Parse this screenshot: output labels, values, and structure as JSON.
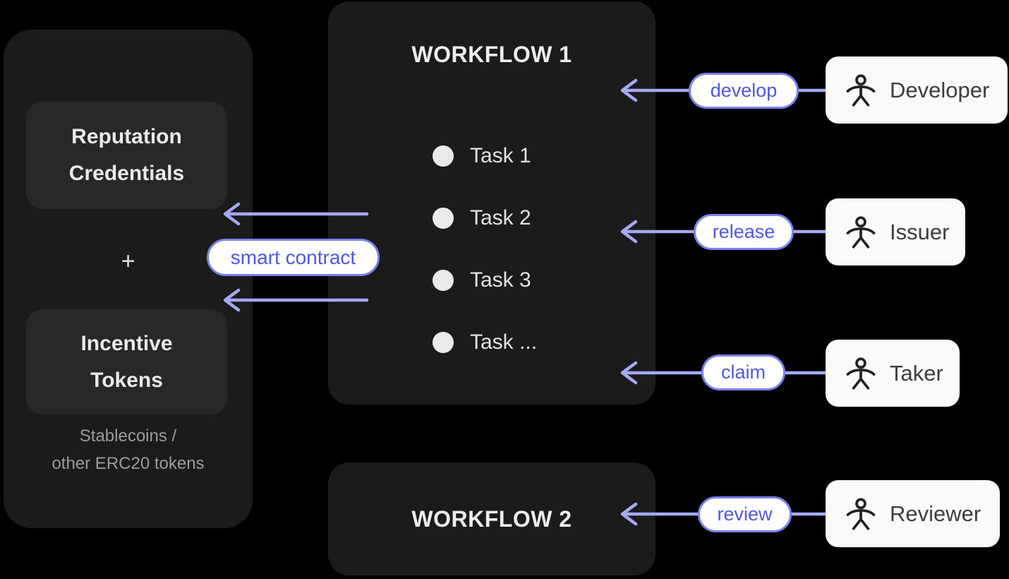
{
  "colors": {
    "background": "#000000",
    "panel": "#1b1b1b",
    "inner_box": "#282828",
    "card": "#fafafa",
    "card_text": "#3d3d3d",
    "arrow": "#a6aaf4",
    "pill_border": "#7b80ec",
    "pill_text": "#5157e0",
    "title_text": "#ededed",
    "caption_text": "#9b9b9b"
  },
  "left_panel": {
    "boxes": [
      {
        "lines": [
          "Reputation",
          "Credentials"
        ]
      },
      {
        "lines": [
          "Incentive",
          "Tokens"
        ]
      }
    ],
    "plus": "+",
    "caption_lines": [
      "Stablecoins /",
      "other ERC20 tokens"
    ]
  },
  "workflow1": {
    "title": "WORKFLOW 1",
    "tasks": [
      {
        "label": "Task 1"
      },
      {
        "label": "Task 2"
      },
      {
        "label": "Task 3"
      },
      {
        "label": "Task ..."
      }
    ]
  },
  "workflow2": {
    "title": "WORKFLOW 2"
  },
  "connectors": {
    "smart_contract_label": "smart contract",
    "actions": [
      {
        "label": "develop",
        "actor": "Developer"
      },
      {
        "label": "release",
        "actor": "Issuer"
      },
      {
        "label": "claim",
        "actor": "Taker"
      },
      {
        "label": "review",
        "actor": "Reviewer"
      }
    ]
  }
}
